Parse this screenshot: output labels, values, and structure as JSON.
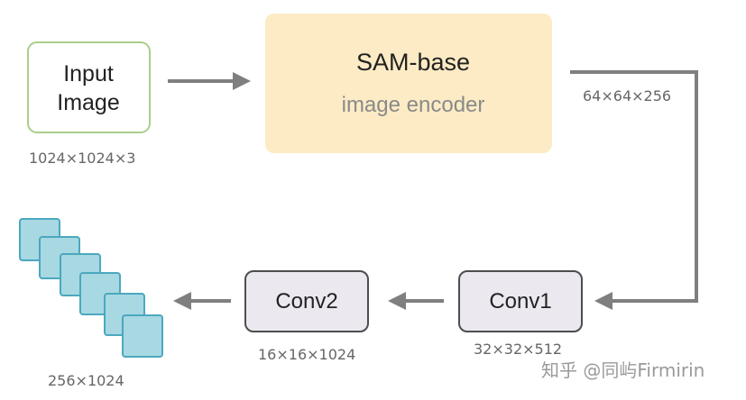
{
  "diagram": {
    "input": {
      "line1": "Input",
      "line2": "Image",
      "dims": "1024×1024×3"
    },
    "encoder": {
      "title": "SAM-base",
      "subtitle": "image encoder",
      "dims": "64×64×256"
    },
    "conv1": {
      "label": "Conv1",
      "dims": "32×32×512"
    },
    "conv2": {
      "label": "Conv2",
      "dims": "16×16×1024"
    },
    "tokens": {
      "dims": "256×1024"
    },
    "watermark": "知乎 @同屿Firmirin"
  },
  "colors": {
    "input_border": "#a9cf8a",
    "encoder_fill": "#fcebc4",
    "conv_fill": "#ebe8f0",
    "conv_border": "#4d4d4d",
    "token_fill": "#a8d8e2",
    "token_border": "#4ba8bf",
    "arrow": "#7f7f7f"
  }
}
